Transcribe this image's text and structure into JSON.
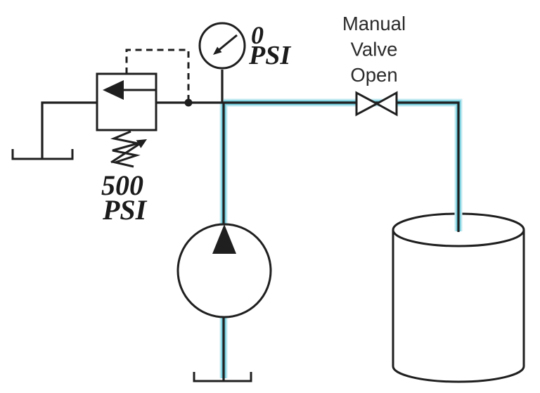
{
  "labels": {
    "gauge": {
      "value": "0",
      "unit": "PSI"
    },
    "relief_valve_setting": {
      "value": "500",
      "unit": "PSI"
    },
    "manual_valve": {
      "line1": "Manual",
      "line2": "Valve",
      "line3": "Open"
    }
  },
  "colors": {
    "line": "#1f1f1f",
    "flow_core": "#74cede",
    "flow_glow": "#c6ebf2",
    "label_text_serif": "#1b1b1b",
    "label_text_sans": "#2b2b2b",
    "background": "#ffffff"
  }
}
